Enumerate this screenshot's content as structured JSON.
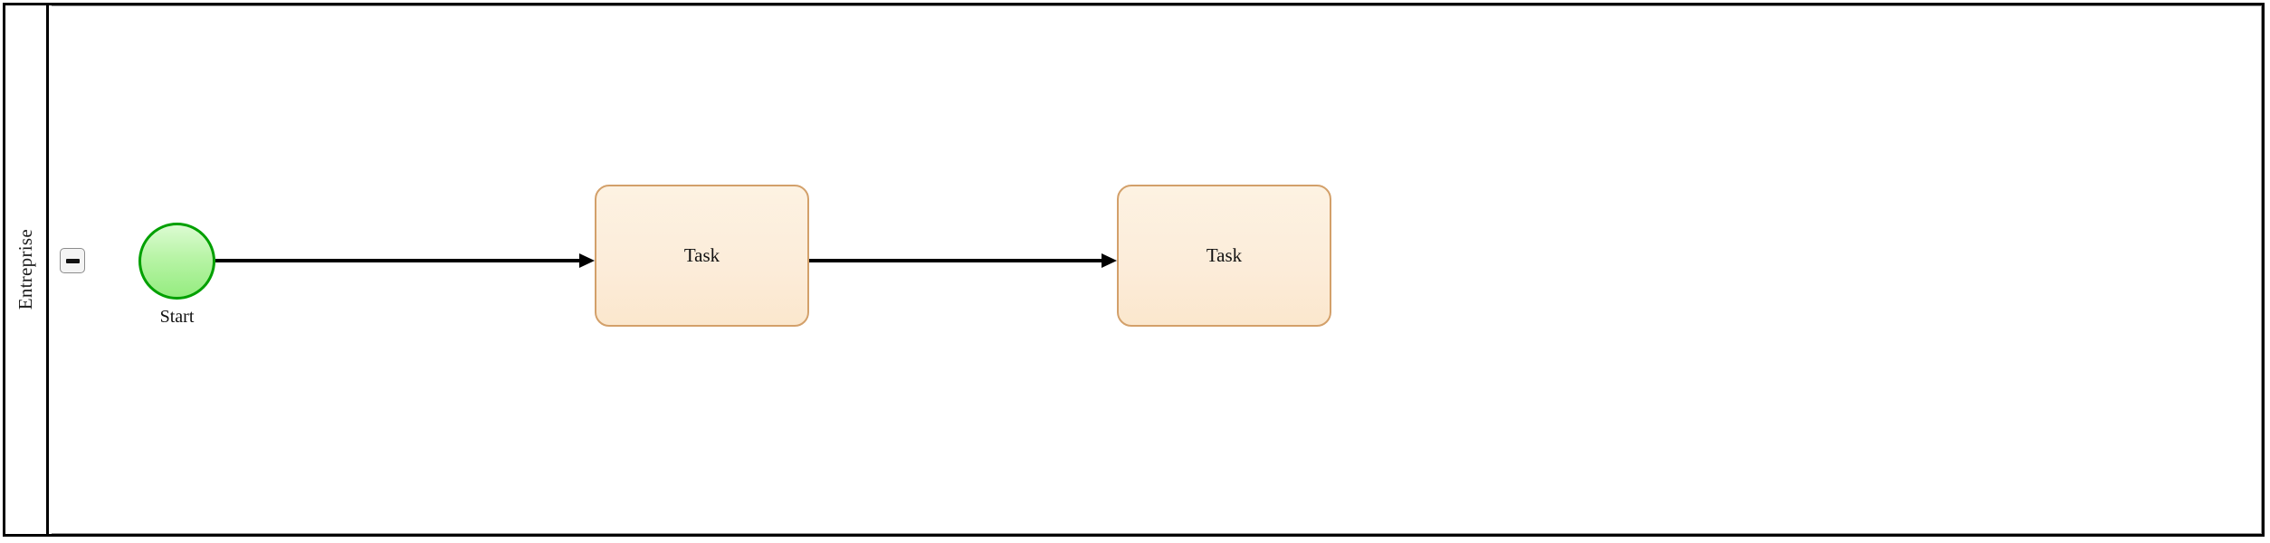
{
  "diagram": {
    "type": "bpmn-pool",
    "background_color": "#ffffff",
    "pool": {
      "border_color": "#000000",
      "lane": {
        "name": "Entreprise",
        "collapse_button": {
          "icon": "minus-icon",
          "label": "−",
          "state": "expanded",
          "fill_color": "#f4f4f4",
          "border_color": "#8c8c8c"
        }
      }
    },
    "nodes": [
      {
        "id": "start-event",
        "kind": "start-event",
        "label": "Start",
        "shape": "circle",
        "fill_color": "#b8f4a6",
        "border_color": "#00a000"
      },
      {
        "id": "task-1",
        "kind": "task",
        "label": "Task",
        "shape": "rounded-rect",
        "fill_color": "#fcecd9",
        "border_color": "#d3a06a"
      },
      {
        "id": "task-2",
        "kind": "task",
        "label": "Task",
        "shape": "rounded-rect",
        "fill_color": "#fcecd9",
        "border_color": "#d3a06a"
      }
    ],
    "flows": [
      {
        "id": "flow-1",
        "from": "start-event",
        "to": "task-1",
        "style": "sequence-flow",
        "color": "#000000"
      },
      {
        "id": "flow-2",
        "from": "task-1",
        "to": "task-2",
        "style": "sequence-flow",
        "color": "#000000"
      }
    ]
  }
}
